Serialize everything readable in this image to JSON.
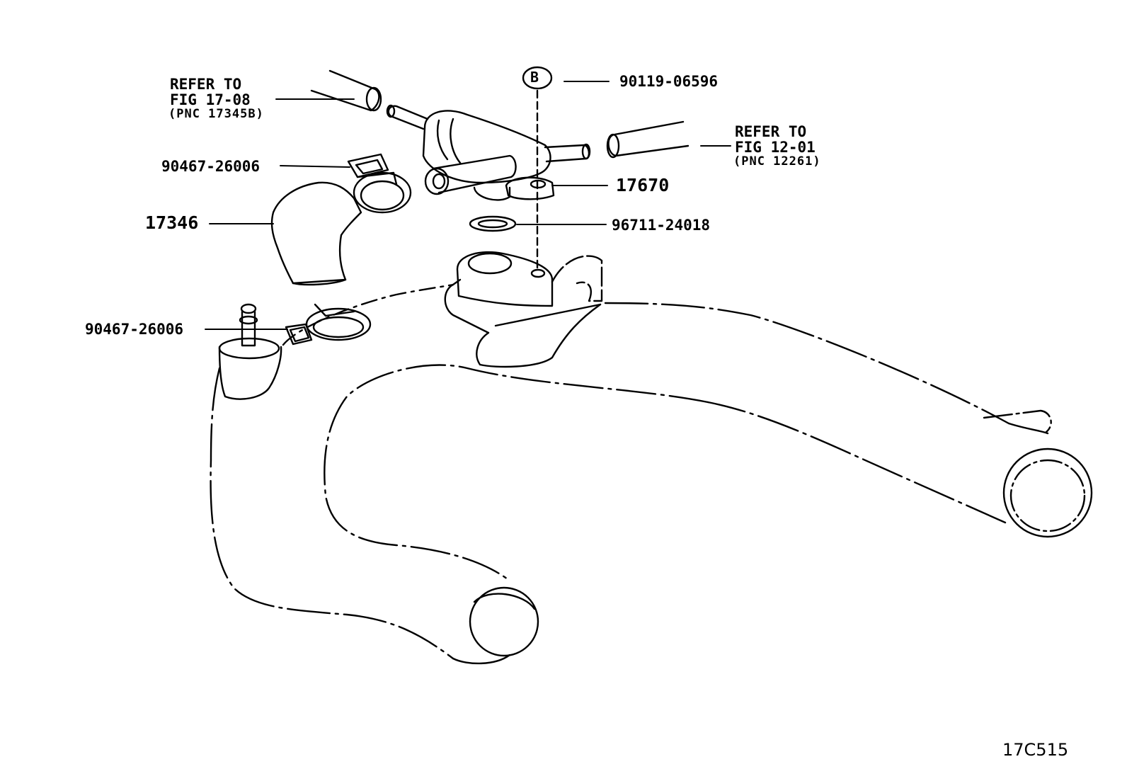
{
  "labels": {
    "refer_1708_line1": "REFER TO",
    "refer_1708_line2": "FIG 17-08",
    "refer_1708_line3": "(PNC 17345B)",
    "part_90119": "90119-06596",
    "refer_1201_line1": "REFER TO",
    "refer_1201_line2": "FIG 12-01",
    "refer_1201_line3": "(PNC 12261)",
    "part_17670": "17670",
    "part_90467_upper": "90467-26006",
    "part_17346": "17346",
    "part_96711": "96711-24018",
    "part_90467_lower": "90467-26006",
    "bolt_marker": "B",
    "figure_id": "17C515"
  }
}
